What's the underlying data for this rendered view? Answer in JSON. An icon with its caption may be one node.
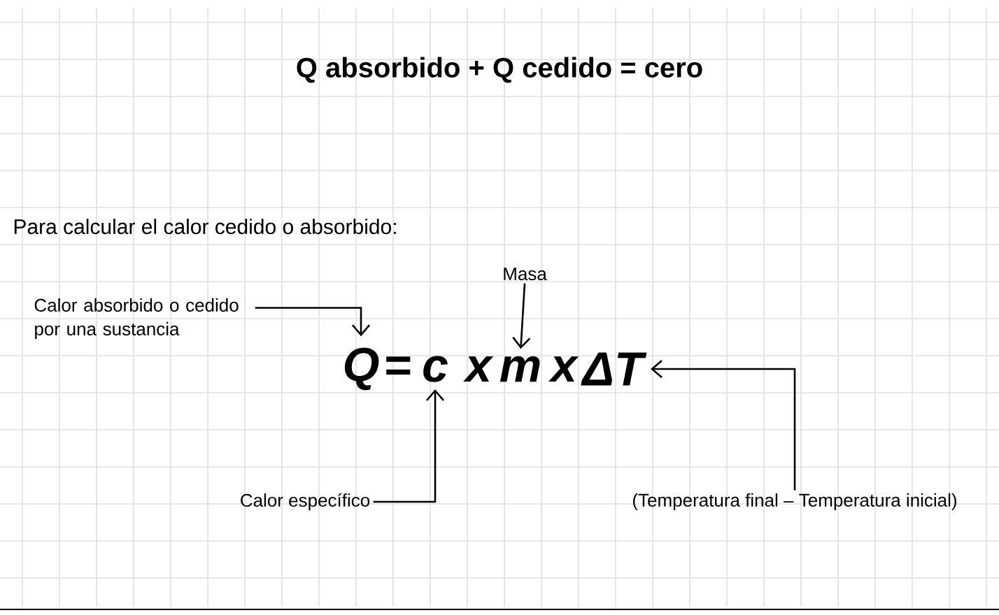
{
  "diagram": {
    "title": "Q absorbido + Q cedido = cero",
    "nodes": [
      {
        "text": [
          "Calor absorbido o cedido por una sustancia"
        ]
      },
      {
        "text": [
          "Masa"
        ]
      },
      {
        "text": [
          "Q"
        ]
      },
      {
        "text": [
          "c"
        ]
      },
      {
        "text": [
          "m"
        ]
      },
      {
        "text": [
          "ΔT"
        ]
      },
      {
        "text": [
          "Calor específico"
        ]
      },
      {
        "text": [
          "(Temperatura final – Temperatura inicial)"
        ]
      }
    ],
    "edges": [
      {
        "from": 0,
        "to": 2,
        "arrow": "to"
      },
      {
        "from": 1,
        "to": 4,
        "arrow": "to"
      },
      {
        "from": 6,
        "to": 3,
        "arrow": "to"
      },
      {
        "from": 7,
        "to": 5,
        "arrow": "to"
      }
    ],
    "labels": [
      "Para calcular el calor cedido o absorbido:",
      "=",
      "x",
      "x"
    ]
  }
}
